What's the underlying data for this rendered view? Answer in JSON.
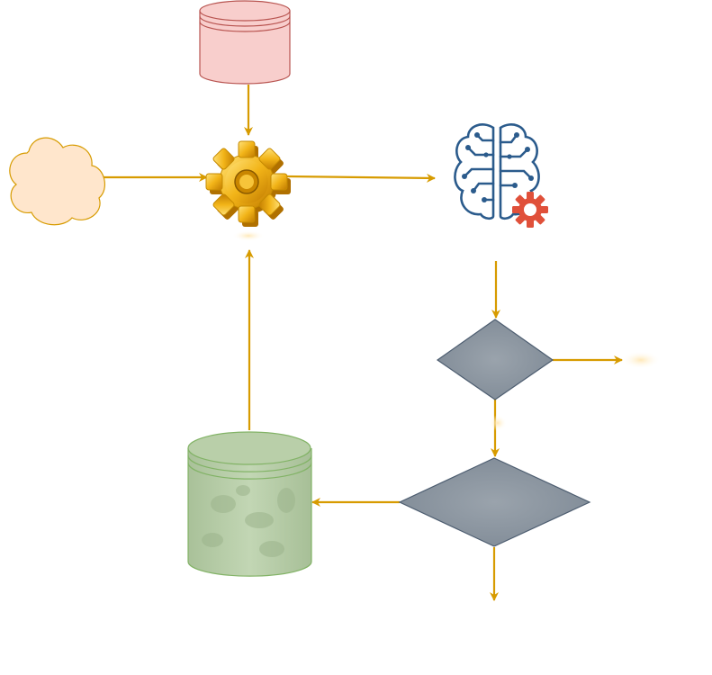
{
  "diagram": {
    "nodes": [
      {
        "id": "red-database",
        "shape": "cylinder",
        "icon": "database-icon",
        "fill": "#f8cecc",
        "stroke": "#b85450"
      },
      {
        "id": "cloud",
        "shape": "cloud",
        "icon": "cloud-icon",
        "fill": "#ffe6cc",
        "stroke": "#d79b00"
      },
      {
        "id": "processing-gear",
        "shape": "icon",
        "icon": "gear-icon",
        "fill": "#f2b418"
      },
      {
        "id": "ai-brain",
        "shape": "icon",
        "icon": "brain-circuit-icon",
        "fill": "#2b5b8c",
        "accent": "#e0503a"
      },
      {
        "id": "upper-decision",
        "shape": "diamond",
        "icon": "decision-icon",
        "fill": "#8a949e",
        "stroke": "#4d5d70"
      },
      {
        "id": "lower-decision",
        "shape": "diamond",
        "icon": "decision-icon",
        "fill": "#8a949e",
        "stroke": "#4d5d70"
      },
      {
        "id": "green-database",
        "shape": "cylinder",
        "icon": "database-icon",
        "fill": "#b9cfa9",
        "stroke": "#82b366"
      }
    ],
    "edges": [
      {
        "from": "red-database",
        "to": "processing-gear"
      },
      {
        "from": "cloud",
        "to": "processing-gear"
      },
      {
        "from": "processing-gear",
        "to": "ai-brain"
      },
      {
        "from": "ai-brain",
        "to": "upper-decision"
      },
      {
        "from": "upper-decision",
        "to": "right-output"
      },
      {
        "from": "upper-decision",
        "to": "lower-decision"
      },
      {
        "from": "lower-decision",
        "to": "green-database"
      },
      {
        "from": "lower-decision",
        "to": "bottom-output"
      },
      {
        "from": "green-database",
        "to": "processing-gear"
      }
    ],
    "colors": {
      "arrow": "#d79b00"
    }
  }
}
